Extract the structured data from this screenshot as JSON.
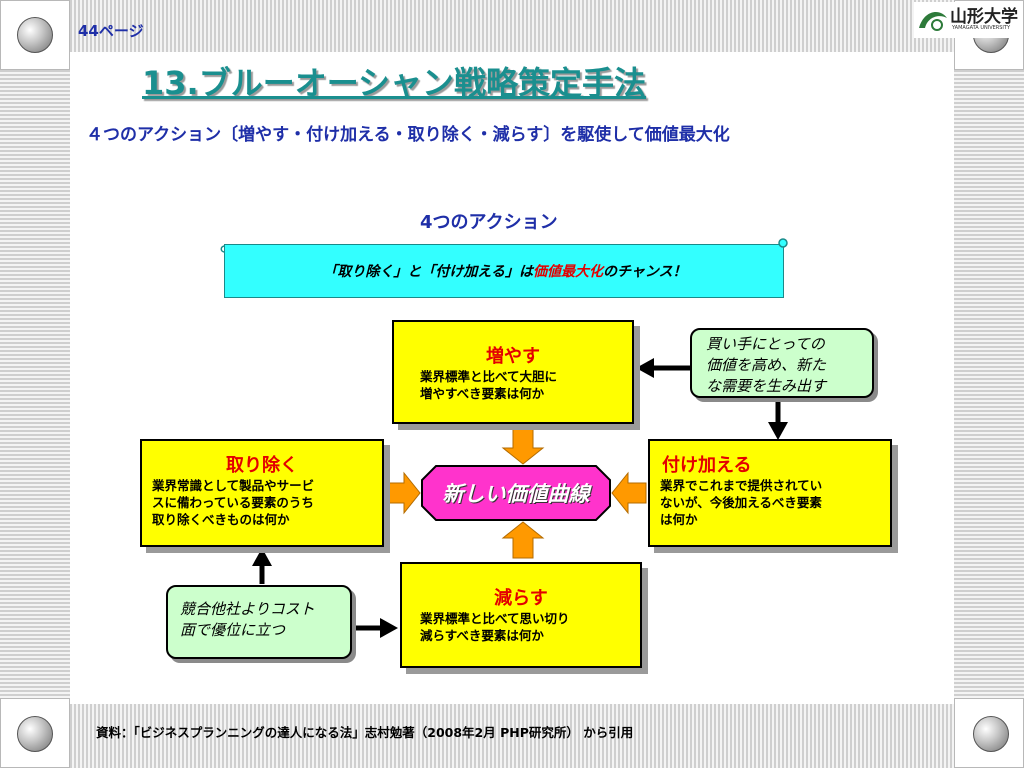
{
  "page_number": "44ページ",
  "logo": {
    "text": "山形大学",
    "sub": "YAMAGATA UNIVERSITY"
  },
  "title": "13.ブルーオーシャン戦略策定手法",
  "subtitle": "４つのアクション〔増やす・付け加える・取り除く・減らす〕を駆使して価値最大化",
  "section_heading": "4つのアクション",
  "banner": {
    "part1": "「取り除く」と「付け加える」は",
    "emphasis": "価値最大化",
    "part2": "のチャンス！"
  },
  "center": "新しい価値曲線",
  "increase": {
    "title": "増やす",
    "lines": [
      "業界標準と比べて大胆に",
      "増やすべき要素は何か"
    ]
  },
  "eliminate": {
    "title": "取り除く",
    "lines": [
      "業界常識として製品やサービ",
      "スに備わっている要素のうち",
      "取り除くべきものは何か"
    ]
  },
  "create": {
    "title": "付け加える",
    "lines": [
      "業界でこれまで提供されてい",
      "ないが、今後加えるべき要素",
      "は何か"
    ]
  },
  "reduce": {
    "title": "減らす",
    "lines": [
      "業界標準と比べて思い切り",
      "減らすべき要素は何か"
    ]
  },
  "note_right": {
    "lines": [
      "買い手にとっての",
      "価値を高め、新た",
      "な需要を生み出す"
    ]
  },
  "note_left": {
    "lines": [
      "競合他社よりコスト",
      "面で優位に立つ"
    ]
  },
  "source": "資料：「ビジネスプランニングの達人になる法」志村勉著（2008年2月 PHP研究所） から引用",
  "colors": {
    "title": "#1a8f8f",
    "subtitle": "#1f2fa8",
    "box_fill": "#ffff00",
    "emphasis": "#e30000",
    "center_fill": "#ff33cc",
    "arrow": "#ff9900",
    "banner": "#33ffff",
    "note_fill": "#ccffcc"
  }
}
